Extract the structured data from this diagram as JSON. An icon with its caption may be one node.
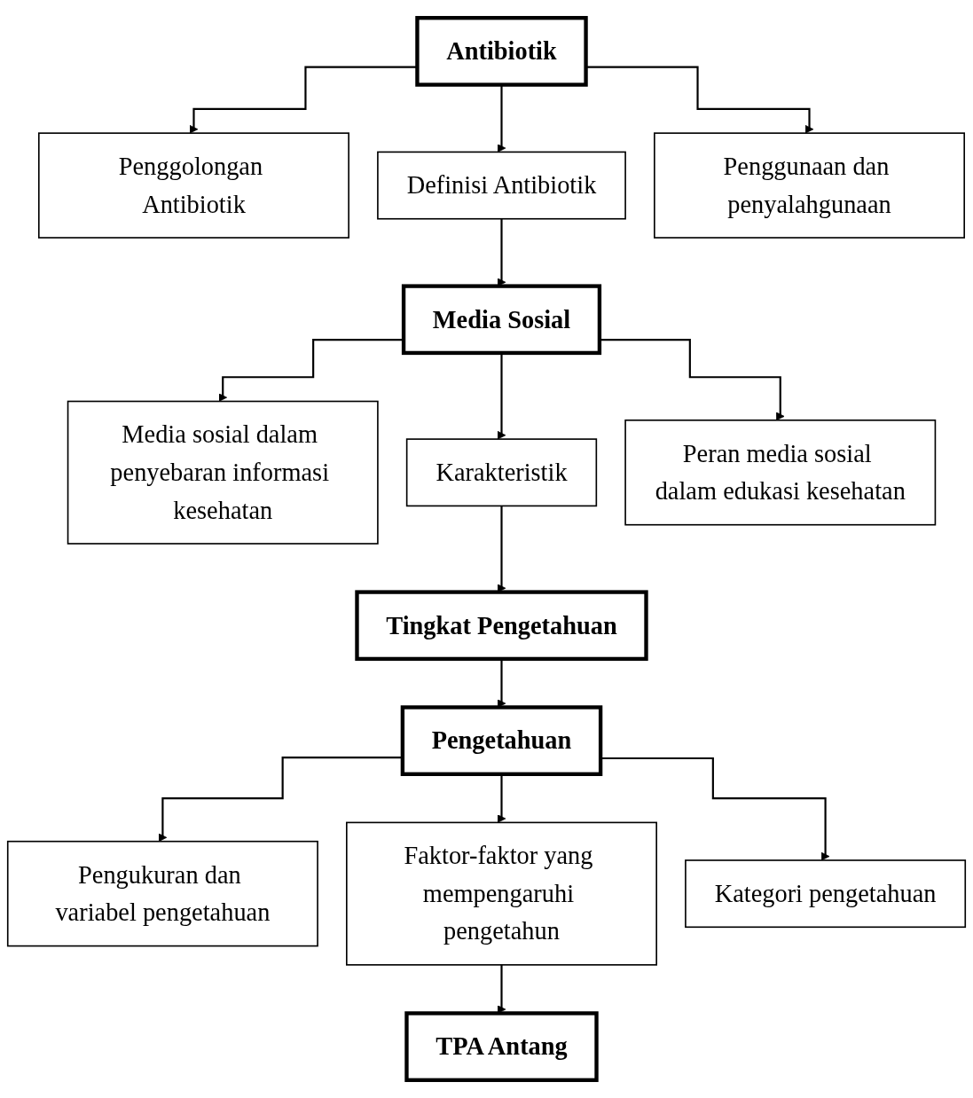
{
  "diagram": {
    "nodes": [
      {
        "text": [
          "Antibiotik"
        ]
      },
      {
        "text": [
          "Penggolongan Antibiotik"
        ]
      },
      {
        "text": [
          "Definisi Antibiotik"
        ]
      },
      {
        "text": [
          "Penggunaan dan penyalahgunaan"
        ]
      },
      {
        "text": [
          "Media Sosial"
        ]
      },
      {
        "text": [
          "Media sosial dalam penyebaran informasi kesehatan"
        ]
      },
      {
        "text": [
          "Karakteristik"
        ]
      },
      {
        "text": [
          "Peran media sosial dalam edukasi kesehatan"
        ]
      },
      {
        "text": [
          "Tingkat Pengetahuan"
        ]
      },
      {
        "text": [
          "Pengetahuan"
        ]
      },
      {
        "text": [
          "Pengukuran dan variabel pengetahuan"
        ]
      },
      {
        "text": [
          "Faktor-faktor yang mempengaruhi pengetahun"
        ]
      },
      {
        "text": [
          "Kategori pengetahuan"
        ]
      },
      {
        "text": [
          "TPA Antang"
        ]
      }
    ],
    "edges": [
      {
        "from": 0,
        "to": 1,
        "arrow": "to"
      },
      {
        "from": 0,
        "to": 2,
        "arrow": "to"
      },
      {
        "from": 0,
        "to": 3,
        "arrow": "to"
      },
      {
        "from": 2,
        "to": 4,
        "arrow": "to"
      },
      {
        "from": 4,
        "to": 5,
        "arrow": "to"
      },
      {
        "from": 4,
        "to": 6,
        "arrow": "to"
      },
      {
        "from": 4,
        "to": 7,
        "arrow": "to"
      },
      {
        "from": 6,
        "to": 8,
        "arrow": "to"
      },
      {
        "from": 8,
        "to": 9,
        "arrow": "to"
      },
      {
        "from": 9,
        "to": 10,
        "arrow": "to"
      },
      {
        "from": 9,
        "to": 11,
        "arrow": "to"
      },
      {
        "from": 9,
        "to": 12,
        "arrow": "to"
      },
      {
        "from": 11,
        "to": 13,
        "arrow": "to"
      }
    ]
  }
}
